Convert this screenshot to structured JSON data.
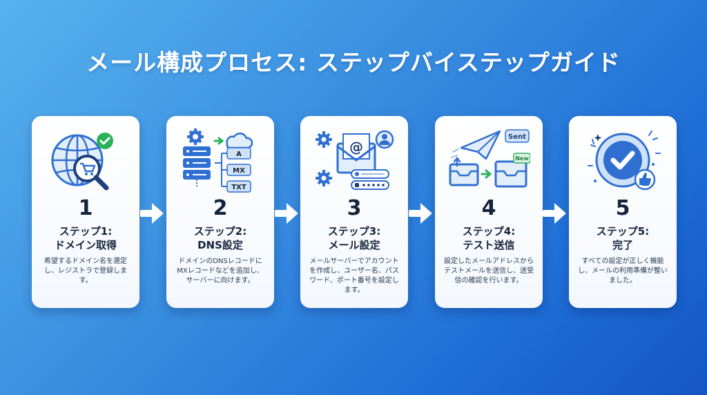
{
  "title": "メール構成プロセス: ステップバイステップガイド",
  "colors": {
    "accent": "#2f6fd1",
    "accent_light": "#cfe2f8",
    "success": "#2bb15a",
    "text_dark": "#17233a"
  },
  "steps": [
    {
      "number": "1",
      "heading": "ステップ1:\nドメイン取得",
      "description": "希望するドメイン名を選定し、レジストラで登録します。",
      "icon": "globe-search-cart-icon"
    },
    {
      "number": "2",
      "heading": "ステップ2:\nDNS設定",
      "description": "ドメインのDNSレコードにMXレコードなどを追加し、サーバーに向けます。",
      "icon": "dns-server-records-icon",
      "icon_labels": [
        "A",
        "MX",
        "TXT"
      ]
    },
    {
      "number": "3",
      "heading": "ステップ3:\nメール設定",
      "description": "メールサーバーでアカウントを作成し、ユーザー名、パスワード、ポート番号を設定します。",
      "icon": "mail-account-settings-icon"
    },
    {
      "number": "4",
      "heading": "ステップ4:\nテスト送信",
      "description": "設定したメールアドレスからテストメールを送信し、送受信の確認を行います。",
      "icon": "send-test-mail-icon",
      "icon_labels": [
        "Sent",
        "New"
      ]
    },
    {
      "number": "5",
      "heading": "ステップ5:\n完了",
      "description": "すべての設定が正しく機能し、メールの利用準備が整いました。",
      "icon": "completed-check-thumbs-up-icon"
    }
  ]
}
